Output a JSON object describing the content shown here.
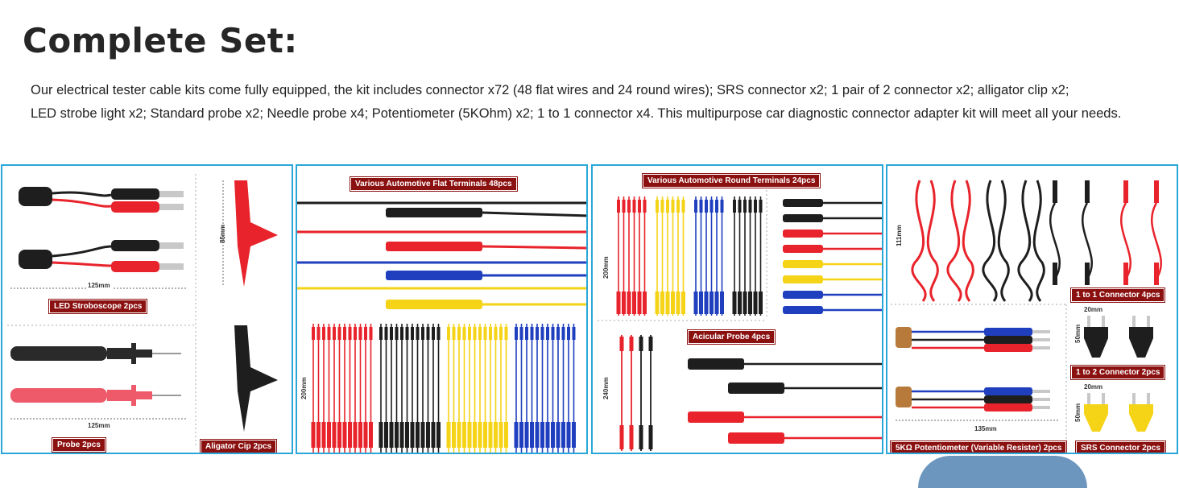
{
  "heading": "Complete Set:",
  "description": {
    "line1": "Our electrical tester cable kits come fully equipped, the kit includes connector x72 (48 flat wires and 24 round wires); SRS connector x2; 1 pair of 2 connector x2; alligator clip x2;",
    "line2": "LED strobe light x2; Standard probe x2; Needle probe x4; Potentiometer (5KOhm) x2; 1 to 1 connector x4. This multipurpose car diagnostic connector adapter kit will meet all your needs."
  },
  "panels": {
    "p1": {
      "led_label": "LED Stroboscope 2pcs",
      "led_width": "125mm",
      "probe_label": "Probe 2pcs",
      "probe_width": "125mm",
      "clip_label": "Aligator Cip 2pcs",
      "clip_height": "85mm"
    },
    "p2": {
      "label": "Various Automotive Flat Terminals 48pcs",
      "height": "200mm"
    },
    "p3": {
      "label": "Various Automotive Round Terminals 24pcs",
      "height_top": "200mm",
      "height_bottom": "240mm",
      "acicular_label": "Acicular Probe 4pcs"
    },
    "p4": {
      "cable_height": "111mm",
      "one_to_one_label": "1 to 1 Connector 4pcs",
      "one_to_two_width": "20mm",
      "one_to_two_height": "50mm",
      "one_to_two_label": "1 to 2 Connector 2pcs",
      "srs_width": "20mm",
      "srs_height": "50mm",
      "srs_label": "SRS Connector 2pcs",
      "pot_width": "135mm",
      "pot_label": "5KΩ Potentiometer (Variable Resister) 2pcs"
    }
  },
  "colors": {
    "border": "#2aa7d8",
    "tag": "#8b1010",
    "red": "#e8232b",
    "black": "#1e1e1e",
    "yellow": "#f5d316",
    "blue": "#1f3fbf"
  }
}
